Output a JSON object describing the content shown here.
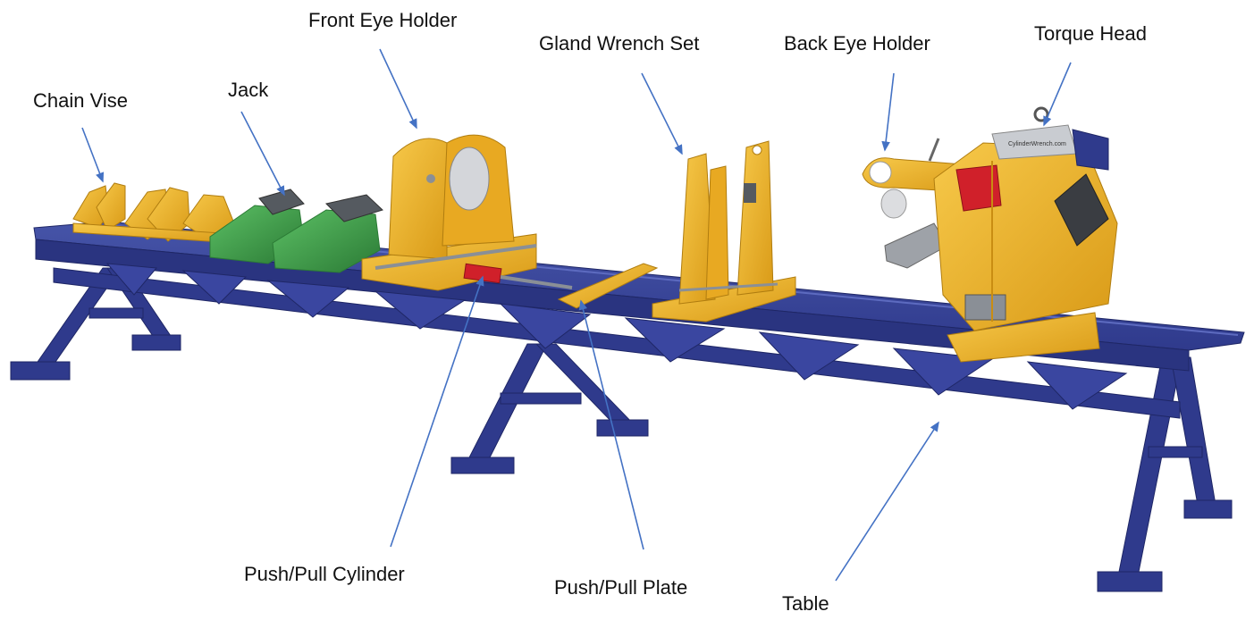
{
  "labels": {
    "chain_vise": "Chain Vise",
    "jack": "Jack",
    "front_eye_holder": "Front Eye Holder",
    "gland_wrench_set": "Gland Wrench Set",
    "back_eye_holder": "Back Eye Holder",
    "torque_head": "Torque Head",
    "push_pull_cylinder": "Push/Pull Cylinder",
    "push_pull_plate": "Push/Pull Plate",
    "table": "Table",
    "torque_head_plate_text": "CylinderWrench.com"
  },
  "colors": {
    "frame_blue": "#2f3a8c",
    "frame_blue_dark": "#1f2766",
    "frame_blue_light": "#4654a8",
    "component_yellow": "#f0b429",
    "component_yellow_dark": "#c98d12",
    "jack_green": "#3fa64a",
    "jack_green_dark": "#2b7a35",
    "cylinder_red": "#d0202a",
    "steel_grey": "#8a8f96",
    "pointer_line": "#4472c4"
  },
  "icons": {
    "pointer": "arrow-pointer-icon"
  }
}
